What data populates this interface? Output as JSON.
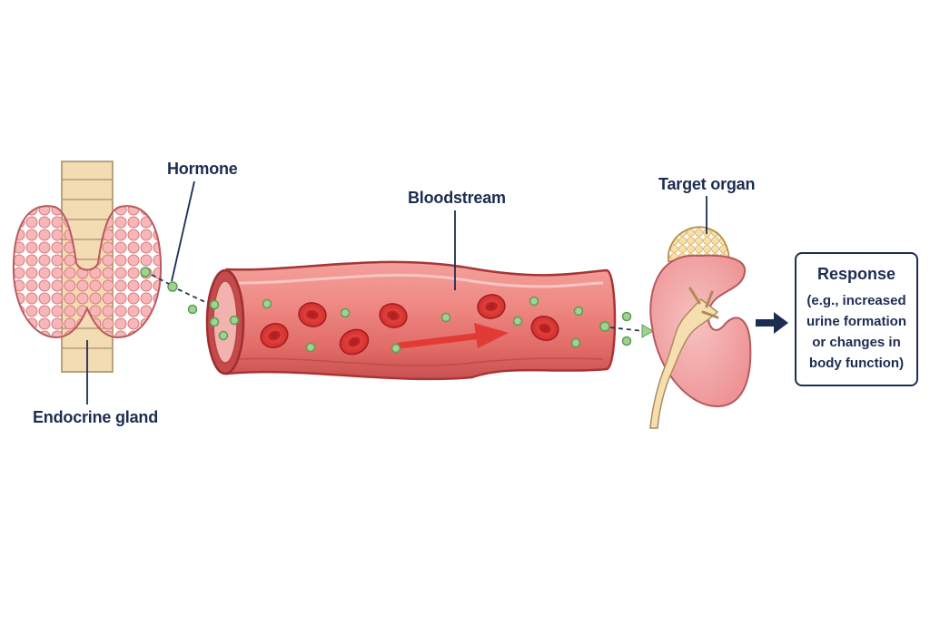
{
  "labels": {
    "hormone": "Hormone",
    "bloodstream": "Bloodstream",
    "target_organ": "Target organ",
    "endocrine_gland": "Endocrine gland"
  },
  "response": {
    "title": "Response",
    "lines": [
      "(e.g., increased",
      "urine formation",
      "or changes in",
      "body function)"
    ]
  },
  "colors": {
    "label_text": "#1c2d52",
    "vessel": "#e9736f",
    "vessel_outline": "#b53b3c",
    "red_blood_cell": "#d9312f",
    "hormone_particle": "#9ed48f",
    "gland": "#f2a4a6",
    "trachea": "#f3dcb4",
    "kidney": "#f3a7a7",
    "adrenal": "#f6d79a",
    "flow_arrow": "#e23b36",
    "response_arrow": "#1c2d52"
  }
}
